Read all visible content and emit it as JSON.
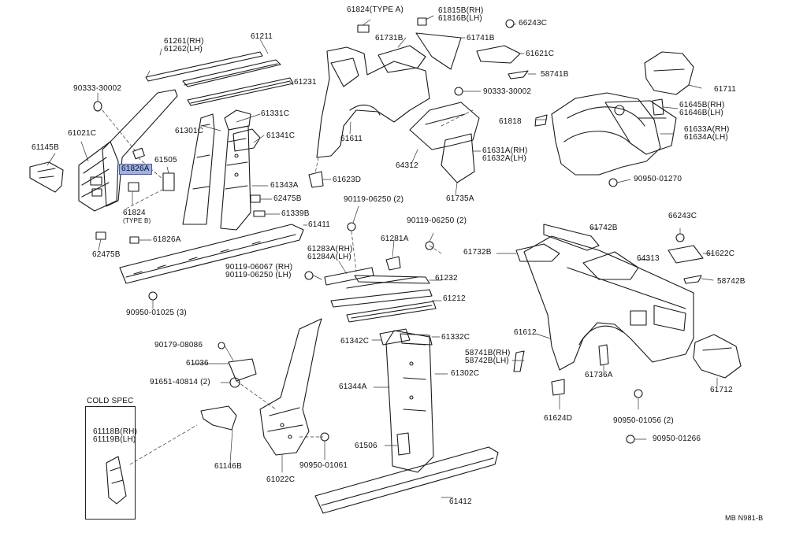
{
  "diagram_code": "MB N981-B",
  "cold_spec_title": "COLD SPEC",
  "highlight_color": "#9fb0e8",
  "labels": {
    "p61824_type_a": "61824(TYPE A)",
    "p61815b": "61815B(RH)",
    "p61816b": "61816B(LH)",
    "p66243c_top": "66243C",
    "p61261": "61261(RH)",
    "p61262": "61262(LH)",
    "p61211": "61211",
    "p61731b": "61731B",
    "p61741b": "61741B",
    "p61621c": "61621C",
    "p58741b_top": "58741B",
    "p90333_left": "90333-30002",
    "p90333_right": "90333-30002",
    "p61231": "61231",
    "p61711": "61711",
    "p61645b": "61645B(RH)",
    "p61646b": "61646B(LH)",
    "p61818": "61818",
    "p61633a": "61633A(RH)",
    "p61634a": "61634A(LH)",
    "p61331c": "61331C",
    "p61021c": "61021C",
    "p61301c": "61301C",
    "p61341c": "61341C",
    "p61611": "61611",
    "p61145b": "61145B",
    "p61505": "61505",
    "p61826a_hl": "61826A",
    "p64312": "64312",
    "p61631a": "61631A(RH)",
    "p61632a": "61632A(LH)",
    "p61623d": "61623D",
    "p90950_01270": "90950-01270",
    "p61343a": "61343A",
    "p62475b_mid": "62475B",
    "p90119_06250_a": "90119-06250 (2)",
    "p61735a": "61735A",
    "p61824_type_b": "61824",
    "p61824_type_b_sub": "(TYPE B)",
    "p61339b": "61339B",
    "p61411": "61411",
    "p90119_06250_b": "90119-06250 (2)",
    "p61742b": "61742B",
    "p66243c_right": "66243C",
    "p61826a": "61826A",
    "p62475b_left": "62475B",
    "p61281a": "61281A",
    "p61283a": "61283A(RH)",
    "p61284a": "61284A(LH)",
    "p61732b": "61732B",
    "p64313": "64313",
    "p61622c": "61622C",
    "p90119_06067": "90119-06067 (RH)",
    "p90119_06250_lh": "90119-06250 (LH)",
    "p61232": "61232",
    "p58742b_right": "58742B",
    "p90950_01025": "90950-01025 (3)",
    "p61212": "61212",
    "p61612": "61612",
    "p90179_08086": "90179-08086",
    "p61342c": "61342C",
    "p61332c": "61332C",
    "p58741b_mid": "58741B(RH)",
    "p58742b_mid": "58742B(LH)",
    "p61036": "61036",
    "p61736a": "61736A",
    "p61712": "61712",
    "p91651_40814": "91651-40814 (2)",
    "p61344a": "61344A",
    "p61302c": "61302C",
    "p61118b": "61118B(RH)",
    "p61119b": "61119B(LH)",
    "p61146b": "61146B",
    "p61022c": "61022C",
    "p61624d": "61624D",
    "p90950_01056": "90950-01056 (2)",
    "p61506": "61506",
    "p90950_01266": "90950-01266",
    "p90950_01061": "90950-01061",
    "p61412": "61412"
  }
}
